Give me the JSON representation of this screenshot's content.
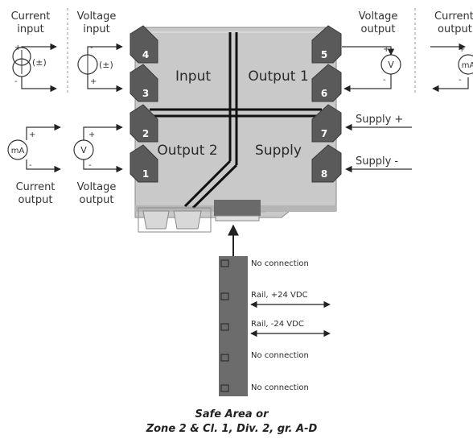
{
  "left_labels": {
    "current_input": [
      "Current",
      "input"
    ],
    "voltage_input": [
      "Voltage",
      "input"
    ],
    "current_output": [
      "Current",
      "output"
    ],
    "voltage_output": [
      "Voltage",
      "output"
    ]
  },
  "right_labels": {
    "voltage_output": [
      "Voltage",
      "output"
    ],
    "current_output": [
      "Current",
      "output"
    ],
    "supply_plus": "Supply +",
    "supply_minus": "Supply -"
  },
  "blocks": {
    "input": "Input",
    "output1": "Output 1",
    "output2": "Output 2",
    "supply": "Supply"
  },
  "terminals": [
    "1",
    "2",
    "3",
    "4",
    "5",
    "6",
    "7",
    "8"
  ],
  "symbols": {
    "pm": "(±)",
    "volt": "V",
    "milliamp": "mA",
    "plus": "+",
    "minus": "-"
  },
  "rail_connector": [
    "No connection",
    "Rail, +24 VDC",
    "Rail, -24 VDC",
    "No connection",
    "No connection"
  ],
  "caption": [
    "Safe Area or",
    "Zone 2 & Cl. 1, Div. 2, gr. A-D"
  ]
}
